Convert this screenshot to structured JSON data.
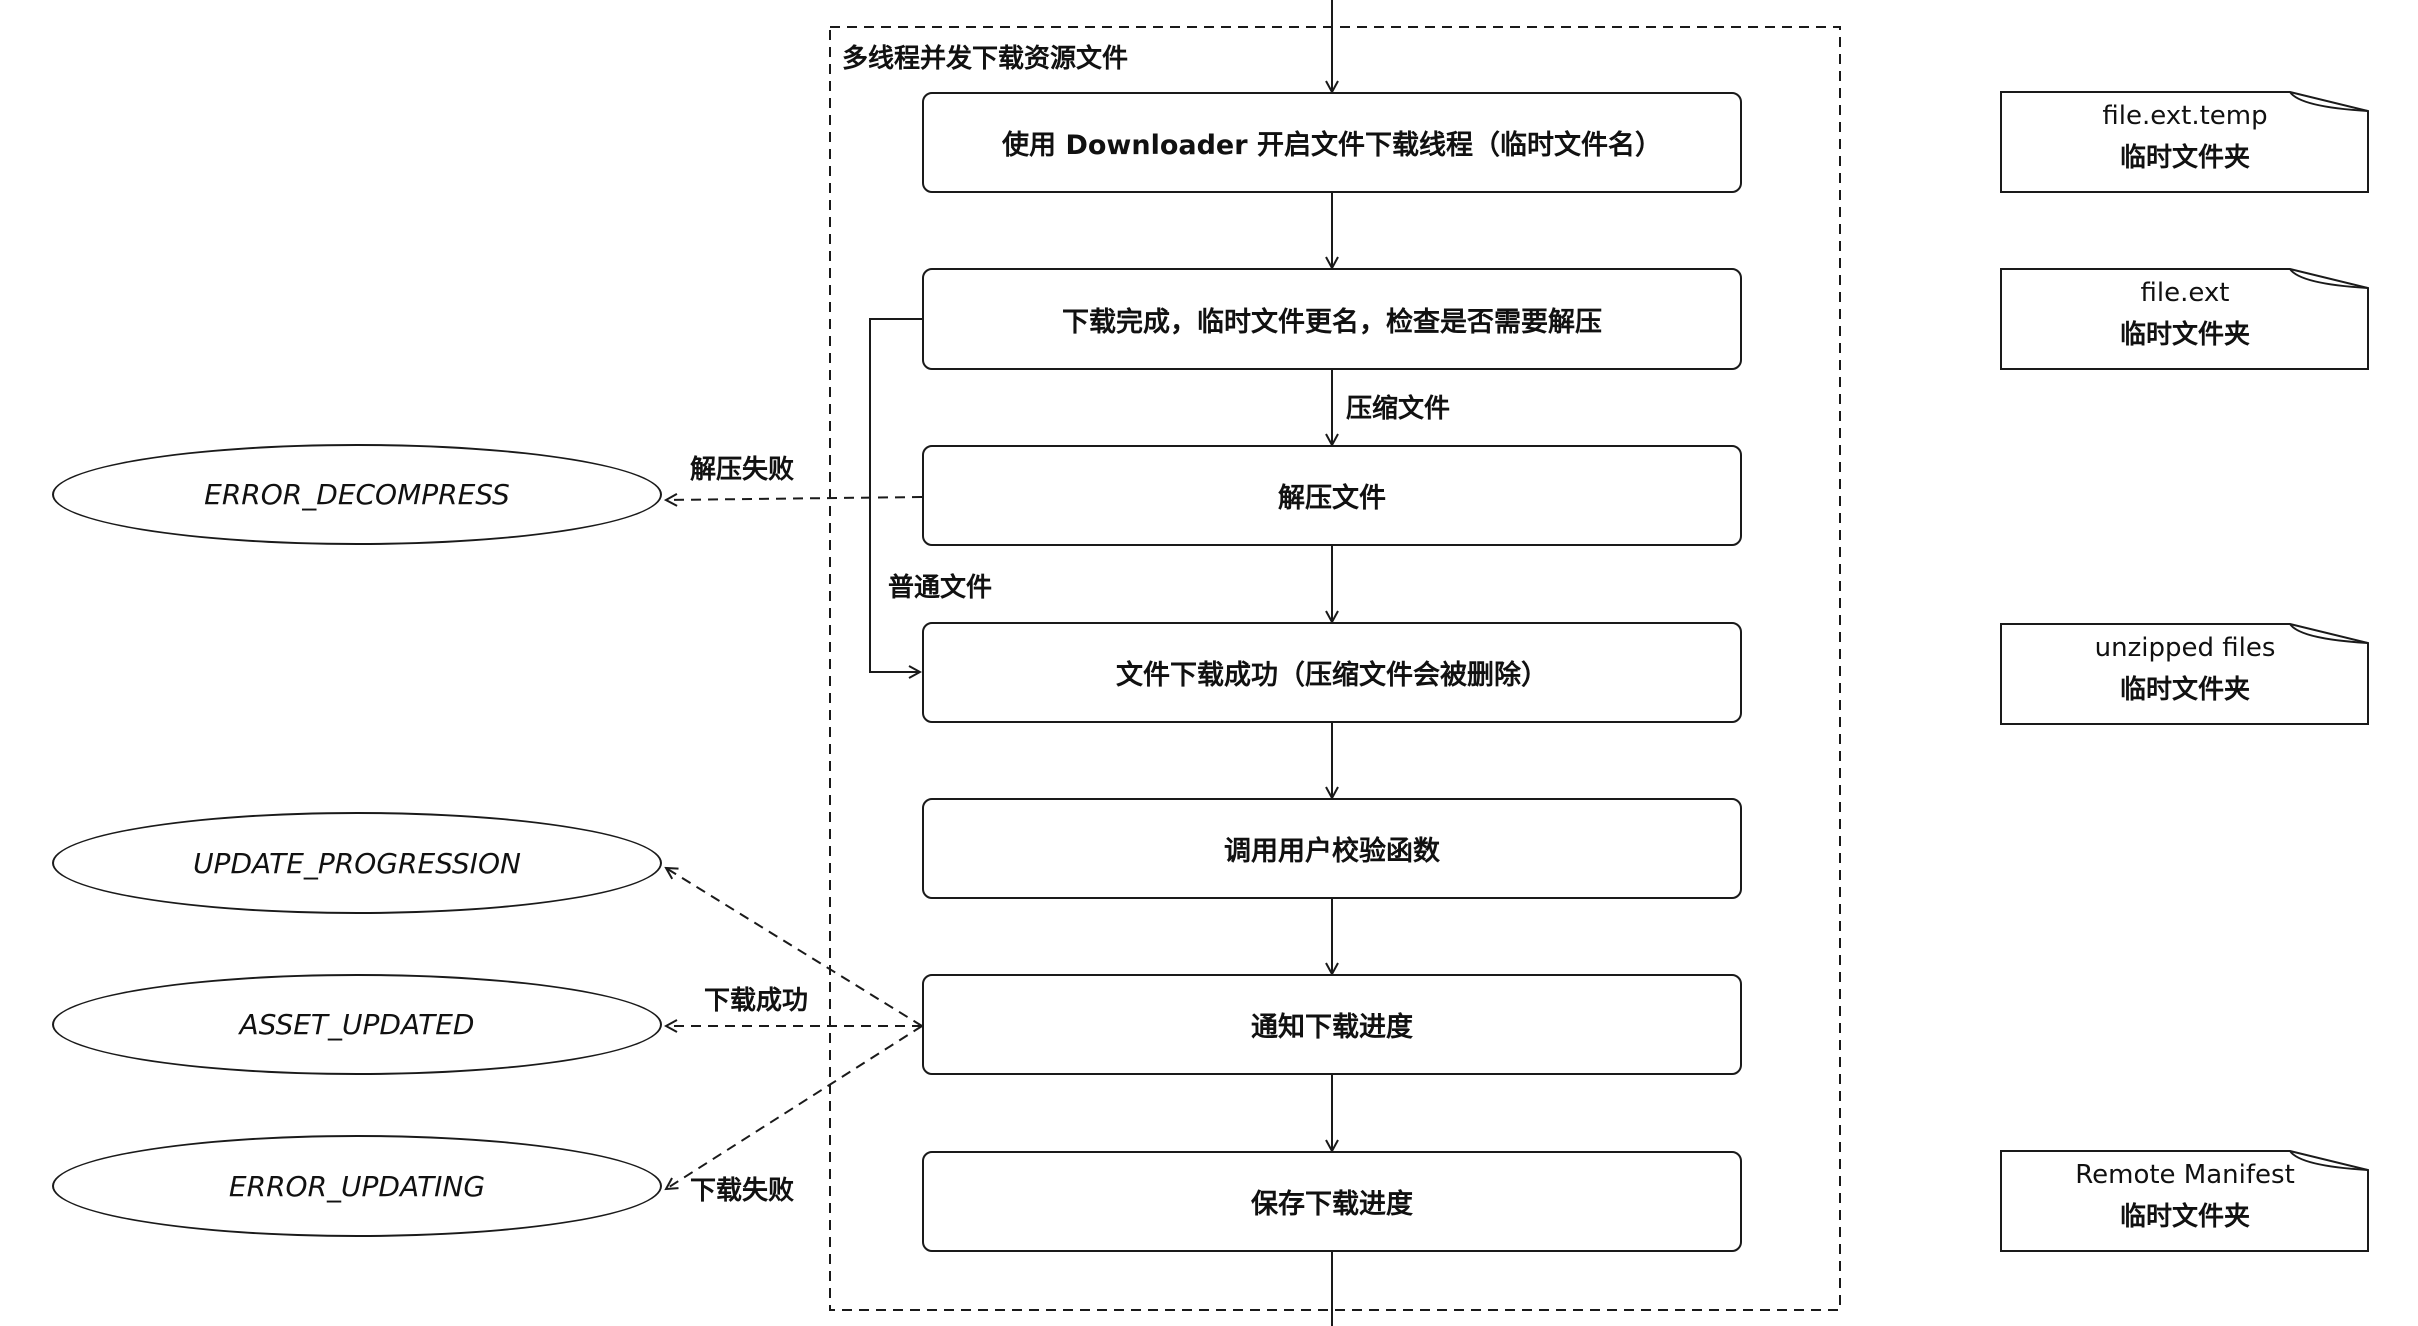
{
  "group": {
    "title": "多线程并发下载资源文件"
  },
  "steps": [
    {
      "id": "start",
      "label": "使用 Downloader 开启文件下载线程（临时文件名）"
    },
    {
      "id": "done",
      "label": "下载完成，临时文件更名，检查是否需要解压"
    },
    {
      "id": "unzip",
      "label": "解压文件"
    },
    {
      "id": "success",
      "label": "文件下载成功（压缩文件会被删除）"
    },
    {
      "id": "verify",
      "label": "调用用户校验函数"
    },
    {
      "id": "notify",
      "label": "通知下载进度"
    },
    {
      "id": "save",
      "label": "保存下载进度"
    }
  ],
  "events": {
    "error_decompress": "ERROR_DECOMPRESS",
    "update_progression": "UPDATE_PROGRESSION",
    "asset_updated": "ASSET_UPDATED",
    "error_updating": "ERROR_UPDATING"
  },
  "edge_labels": {
    "compressed": "压缩文件",
    "normal": "普通文件",
    "decompress_fail": "解压失败",
    "download_success": "下载成功",
    "download_fail": "下载失败"
  },
  "notes": [
    {
      "file": "file.ext.temp",
      "folder": "临时文件夹"
    },
    {
      "file": "file.ext",
      "folder": "临时文件夹"
    },
    {
      "file": "unzipped files",
      "folder": "临时文件夹"
    },
    {
      "file": "Remote Manifest",
      "folder": "临时文件夹"
    }
  ],
  "colors": {
    "stroke": "#1a1a1a",
    "background": "#ffffff"
  }
}
